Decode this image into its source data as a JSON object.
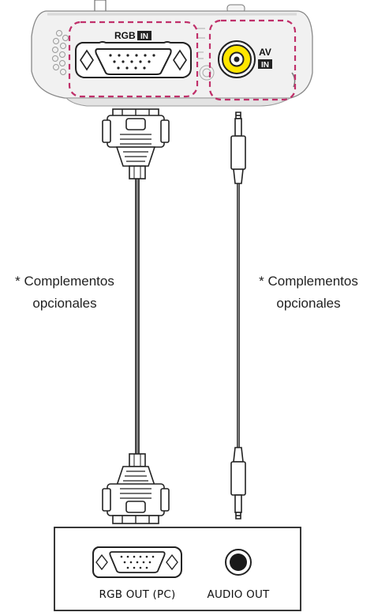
{
  "projector": {
    "rgb_port_label": "RGB",
    "rgb_in_badge": "IN",
    "av_port_label": "AV",
    "av_in_badge": "IN"
  },
  "cables": {
    "rgb_cable_note_line1": "* Complementos",
    "rgb_cable_note_line2": "opcionales",
    "audio_cable_note_line1": "* Complementos",
    "audio_cable_note_line2": "opcionales"
  },
  "source_device": {
    "rgb_out_label": "RGB OUT (PC)",
    "audio_out_label": "AUDIO OUT"
  },
  "colors": {
    "highlight_dashed": "#c0306a",
    "av_jack_yellow": "#ffe600",
    "line": "#222222"
  }
}
